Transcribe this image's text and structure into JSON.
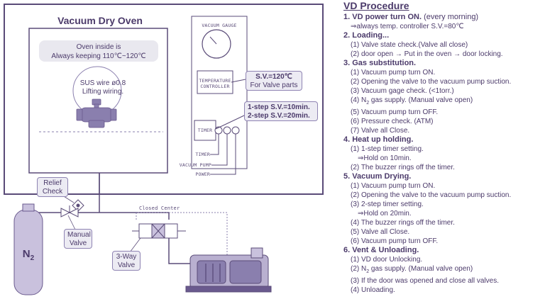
{
  "diagram": {
    "oven_title": "Vacuum Dry Oven",
    "oven_inside_line1": "Oven inside is",
    "oven_inside_line2": "Always keeping 110℃~120℃",
    "sus_line1": "SUS wire ø0.8",
    "sus_line2": "Lifting wiring.",
    "vacuum_gauge": "VACUUM GAUGE",
    "temp_controller_line1": "TEMPERATURE",
    "temp_controller_line2": "CONTROLLER",
    "sv_line1": "S.V.=120℃",
    "sv_line2": "For Valve parts",
    "timer_box": "TIMER",
    "step1": "1-step S.V.=10min.",
    "step2": "2-step S.V.=20min.",
    "timer_label": "TIMER",
    "vacuum_pump_label": "VACUUM PUMP",
    "power_label": "POWER",
    "relief_line1": "Relief",
    "relief_line2": "Check",
    "closed_center": "Closed Center",
    "manual_line1": "Manual",
    "manual_line2": "Valve",
    "threeway_line1": "3-Way",
    "threeway_line2": "Valve",
    "n2": "N",
    "n2_sub": "2"
  },
  "procedure": {
    "title": "VD Procedure",
    "s1_head": "1. VD power turn ON.",
    "s1_extra": "(every morning)",
    "s1_a": "⇒always temp. controller S.V.=80℃",
    "s2_head": "2. Loading...",
    "s2_1": "(1) Valve state check.(Valve all close)",
    "s2_2": "(2) door open → Put in the oven → door locking.",
    "s3_head": "3. Gas substitution.",
    "s3_1": "(1) Vacuum pump turn ON.",
    "s3_2": "(2) Opening the valve to the vacuum pump suction.",
    "s3_3": "(3) Vacuum gage check. (<1torr.)",
    "s3_4a": "(4) N",
    "s3_4sub": "2",
    "s3_4b": " gas supply. (Manual valve open)",
    "s3_5": "(5) Vacuum pump turn OFF.",
    "s3_6": "(6) Pressure check. (ATM)",
    "s3_7": "(7) Valve all Close.",
    "s4_head": "4. Heat up holding.",
    "s4_1": "(1) 1-step timer setting.",
    "s4_1a": "⇒Hold on 10min.",
    "s4_2": "(2) The buzzer rings off the timer.",
    "s5_head": "5. Vacuum Drying.",
    "s5_1": "(1) Vacuum pump turn ON.",
    "s5_2": "(2) Opening the valve to the vacuum pump suction.",
    "s5_3": "(3) 2-step timer setting.",
    "s5_3a": "⇒Hold on 20min.",
    "s5_4": "(4) The buzzer rings off the timer.",
    "s5_5": "(5) Valve all Close.",
    "s5_6": "(6) Vacuum pump turn OFF.",
    "s6_head": "6. Vent & Unloading.",
    "s6_1": "(1) VD door Unlocking.",
    "s6_2a": "(2) N",
    "s6_2sub": "2",
    "s6_2b": " gas supply. (Manual valve open)",
    "s6_3": "(3) If the door was opened and close all valves.",
    "s6_4": "(4) Unloading."
  },
  "colors": {
    "line": "#5a4b78",
    "frame": "#6a5a8e",
    "callout_bg": "#ecebf3",
    "cylinder": "#c9c1dd"
  }
}
